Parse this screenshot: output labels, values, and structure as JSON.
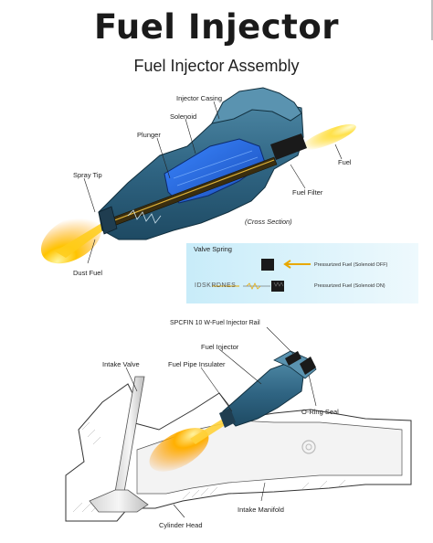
{
  "title": "Fuel Injector",
  "subtitle": "Fuel Injector Assembly",
  "top_labels": {
    "injector_casing": "Injector Casing",
    "solenoid": "Solenoid",
    "plunger": "Plunger",
    "spray_tip": "Spray Tip",
    "fuel": "Fuel",
    "fuel_filter": "Fuel Filter",
    "cross_section": "(Cross Section)",
    "dust_fuel": "Dust Fuel",
    "valve_spring": "Valve Spring",
    "pressurized_off": "Pressurized Fuel  (Solenoid OFF)",
    "pressurized_on": "Pressurized Fuel  (Solenoid ON)",
    "panel_code": "IDSKRDNES"
  },
  "bottom_labels": {
    "fuel_injector_rail": "SPCFIN 10 W-Fuel Injector Rail",
    "fuel_injector": "Fuel Injector",
    "intake_valve": "Intake Valve",
    "fuel_pipe_insulater": "Fuel Pipe Insulater",
    "o_ring_seal": "O-Ring Seal",
    "intake_manifold": "Intake Manifold",
    "cylinder_head": "Cylinder Head"
  },
  "colors": {
    "body_blue": "#2e5f7a",
    "solenoid_blue": "#1f5fd0",
    "spray_yellow": "#f5b400",
    "panel_cyan": "#dff3fb"
  }
}
